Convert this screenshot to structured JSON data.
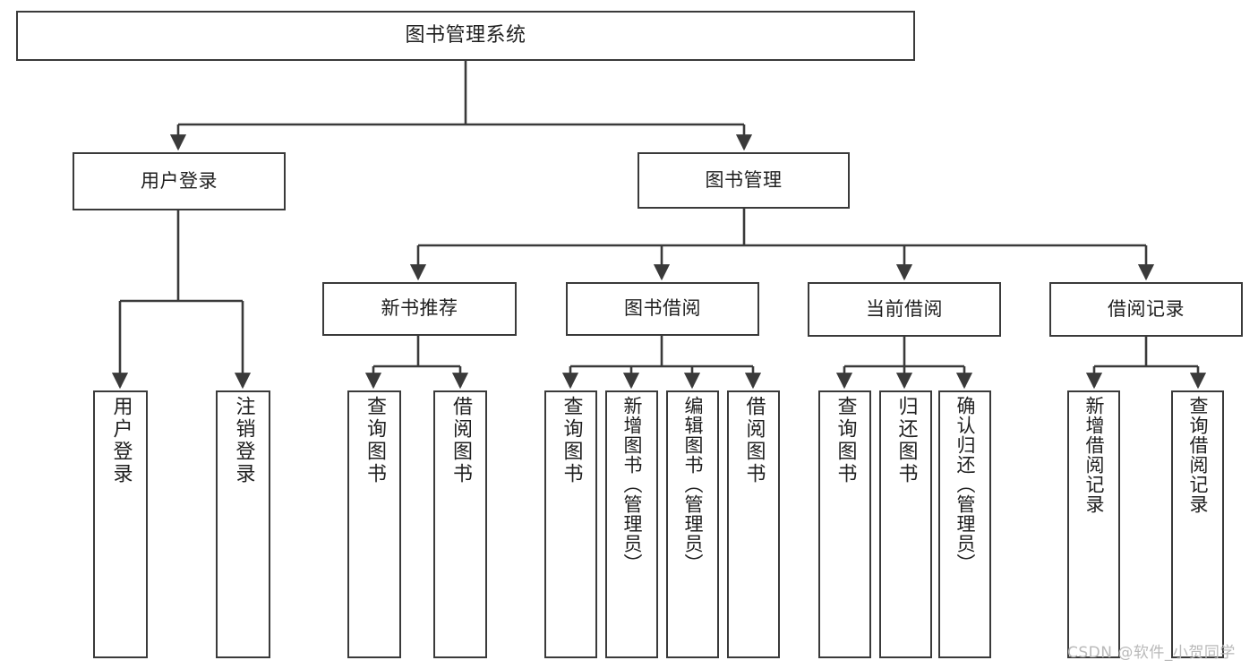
{
  "diagram": {
    "title": "图书管理系统",
    "type": "功能结构图",
    "watermark": "CSDN @软件_小贺同学",
    "line_color": "#3a3a3a",
    "box_fill": "#ffffff",
    "text_color": "#1f1f1f",
    "watermark_color": "#b9b9b9"
  },
  "root": {
    "label": "图书管理系统"
  },
  "level2": [
    {
      "label": "用户登录"
    },
    {
      "label": "图书管理"
    }
  ],
  "level3": [
    {
      "label": "新书推荐"
    },
    {
      "label": "图书借阅"
    },
    {
      "label": "当前借阅"
    },
    {
      "label": "借阅记录"
    }
  ],
  "leaves": {
    "user_login": [
      {
        "label": "用户登录"
      },
      {
        "label": "注销登录"
      }
    ],
    "new_book_recommend": [
      {
        "label": "查询图书"
      },
      {
        "label": "借阅图书"
      }
    ],
    "book_borrow": [
      {
        "label": "查询图书"
      },
      {
        "label": "新增图书（管理员）"
      },
      {
        "label": "编辑图书（管理员）"
      },
      {
        "label": "借阅图书"
      }
    ],
    "current_borrow": [
      {
        "label": "查询图书"
      },
      {
        "label": "归还图书"
      },
      {
        "label": "确认归还（管理员）"
      }
    ],
    "borrow_record": [
      {
        "label": "新增借阅记录"
      },
      {
        "label": "查询借阅记录"
      }
    ]
  },
  "chart_data": {
    "type": "tree",
    "title": "图书管理系统",
    "nodes": [
      {
        "id": "root",
        "label": "图书管理系统",
        "level": 0,
        "parent": null
      },
      {
        "id": "n1",
        "label": "用户登录",
        "level": 1,
        "parent": "root"
      },
      {
        "id": "n2",
        "label": "图书管理",
        "level": 1,
        "parent": "root"
      },
      {
        "id": "n1a",
        "label": "用户登录",
        "level": 2,
        "parent": "n1"
      },
      {
        "id": "n1b",
        "label": "注销登录",
        "level": 2,
        "parent": "n1"
      },
      {
        "id": "n2a",
        "label": "新书推荐",
        "level": 2,
        "parent": "n2"
      },
      {
        "id": "n2b",
        "label": "图书借阅",
        "level": 2,
        "parent": "n2"
      },
      {
        "id": "n2c",
        "label": "当前借阅",
        "level": 2,
        "parent": "n2"
      },
      {
        "id": "n2d",
        "label": "借阅记录",
        "level": 2,
        "parent": "n2"
      },
      {
        "id": "n2a1",
        "label": "查询图书",
        "level": 3,
        "parent": "n2a"
      },
      {
        "id": "n2a2",
        "label": "借阅图书",
        "level": 3,
        "parent": "n2a"
      },
      {
        "id": "n2b1",
        "label": "查询图书",
        "level": 3,
        "parent": "n2b"
      },
      {
        "id": "n2b2",
        "label": "新增图书（管理员）",
        "level": 3,
        "parent": "n2b"
      },
      {
        "id": "n2b3",
        "label": "编辑图书（管理员）",
        "level": 3,
        "parent": "n2b"
      },
      {
        "id": "n2b4",
        "label": "借阅图书",
        "level": 3,
        "parent": "n2b"
      },
      {
        "id": "n2c1",
        "label": "查询图书",
        "level": 3,
        "parent": "n2c"
      },
      {
        "id": "n2c2",
        "label": "归还图书",
        "level": 3,
        "parent": "n2c"
      },
      {
        "id": "n2c3",
        "label": "确认归还（管理员）",
        "level": 3,
        "parent": "n2c"
      },
      {
        "id": "n2d1",
        "label": "新增借阅记录",
        "level": 3,
        "parent": "n2d"
      },
      {
        "id": "n2d2",
        "label": "查询借阅记录",
        "level": 3,
        "parent": "n2d"
      }
    ]
  }
}
